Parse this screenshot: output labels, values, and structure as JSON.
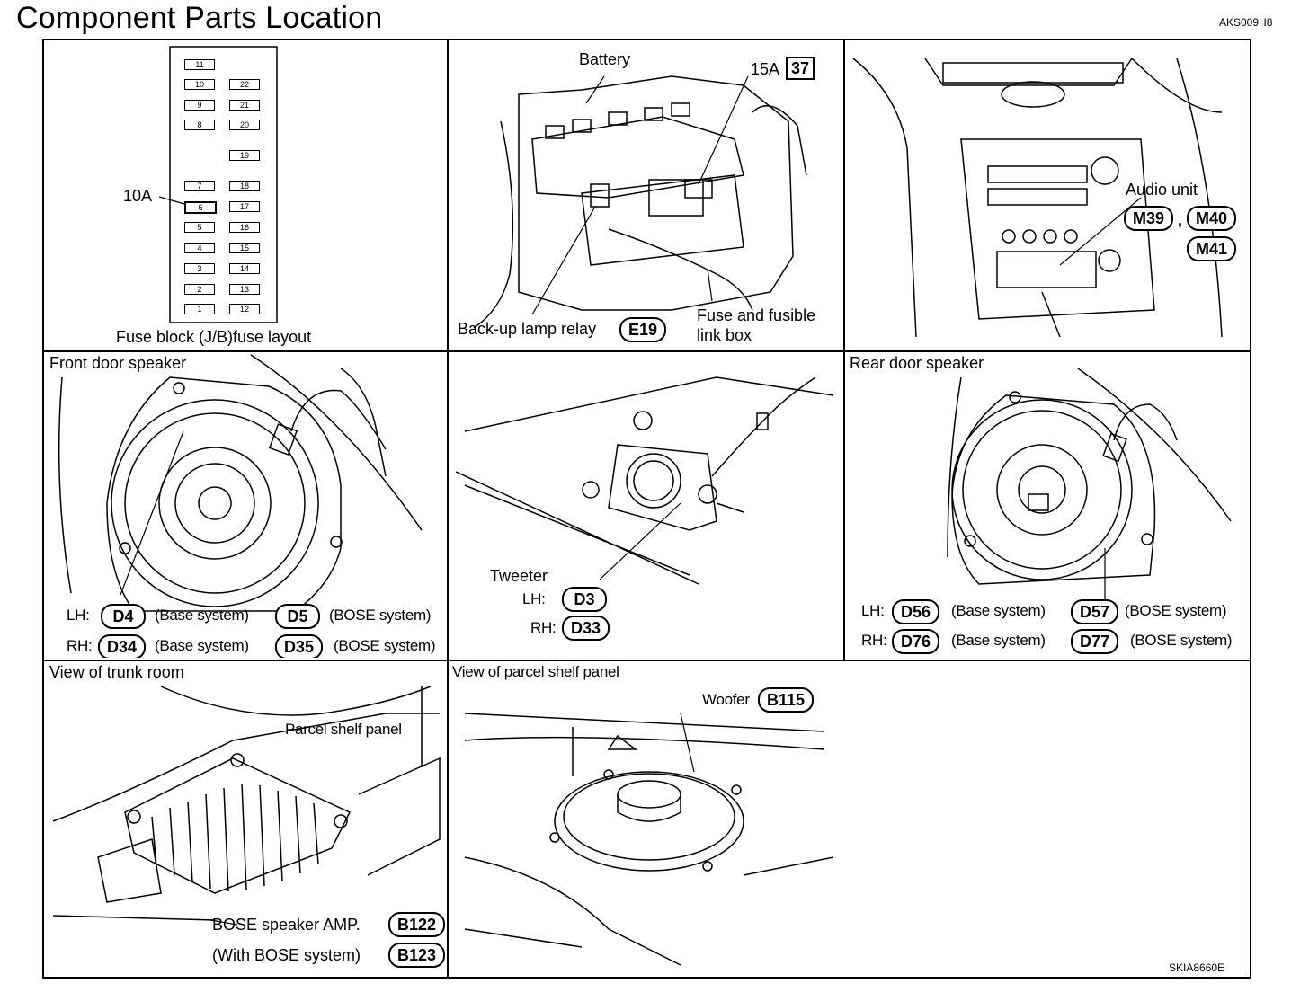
{
  "header": {
    "title": "Component Parts Location",
    "ref_code": "AKS009H8"
  },
  "footer_code": "SKIA8660E",
  "fuse_panel": {
    "caption": "Fuse block (J/B)fuse layout",
    "highlight_label": "10A",
    "left_column": [
      "11",
      "10",
      "9",
      "8",
      "7",
      "6",
      "5",
      "4",
      "3",
      "2",
      "1"
    ],
    "right_column": [
      "22",
      "21",
      "20",
      "19",
      "18",
      "17",
      "16",
      "15",
      "14",
      "13",
      "12"
    ]
  },
  "engine_panel": {
    "battery_label": "Battery",
    "fuse_rating": "15A",
    "fuse_number": "37",
    "relay_label": "Back-up lamp relay",
    "relay_connector": "E19",
    "fusebox_label_1": "Fuse and fusible",
    "fusebox_label_2": "link box"
  },
  "audio_panel": {
    "label": "Audio unit",
    "connectors": [
      "M39",
      "M40",
      "M41"
    ],
    "separator": ","
  },
  "front_door": {
    "title": "Front door speaker",
    "lh_label": "LH:",
    "rh_label": "RH:",
    "lh_base": "D4",
    "lh_bose": "D5",
    "rh_base": "D34",
    "rh_bose": "D35",
    "base_text": "(Base system)",
    "bose_text": "(BOSE system)"
  },
  "tweeter": {
    "title": "Tweeter",
    "lh_label": "LH:",
    "rh_label": "RH:",
    "lh_conn": "D3",
    "rh_conn": "D33"
  },
  "rear_door": {
    "title": "Rear door speaker",
    "lh_label": "LH:",
    "rh_label": "RH:",
    "lh_base": "D56",
    "lh_bose": "D57",
    "rh_base": "D76",
    "rh_bose": "D77",
    "base_text": "(Base system)",
    "bose_text": "(BOSE system)"
  },
  "trunk": {
    "title": "View of trunk room",
    "parcel_label": "Parcel shelf panel",
    "amp_label": "BOSE speaker AMP.",
    "amp_conn": "B122",
    "with_bose": "(With BOSE system)",
    "with_bose_conn": "B123"
  },
  "parcel": {
    "title": "View of parcel shelf panel",
    "woofer_label": "Woofer",
    "woofer_conn": "B115"
  }
}
